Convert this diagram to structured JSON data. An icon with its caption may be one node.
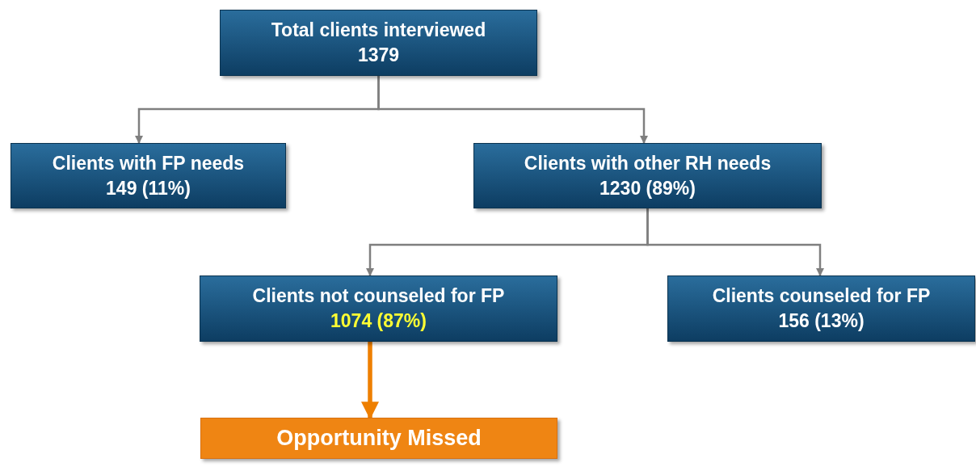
{
  "diagram": {
    "nodes": [
      {
        "text": [
          "Total clients interviewed",
          "1379"
        ]
      },
      {
        "text": [
          "Clients with FP needs",
          "149 (11%)"
        ]
      },
      {
        "text": [
          "Clients with other RH needs",
          "1230 (89%)"
        ]
      },
      {
        "text": [
          "Clients not counseled for FP",
          "1074 (87%)"
        ]
      },
      {
        "text": [
          "Clients counseled for FP",
          "156 (13%)"
        ]
      },
      {
        "text": [
          "Opportunity Missed"
        ]
      }
    ],
    "edges": [
      {
        "from": 0,
        "to": 1,
        "arrow": "to"
      },
      {
        "from": 0,
        "to": 2,
        "arrow": "to"
      },
      {
        "from": 2,
        "to": 3,
        "arrow": "to"
      },
      {
        "from": 2,
        "to": 4,
        "arrow": "to"
      },
      {
        "from": 3,
        "to": 5,
        "arrow": "to",
        "style": "thick",
        "color": "#ee7f00"
      }
    ]
  }
}
